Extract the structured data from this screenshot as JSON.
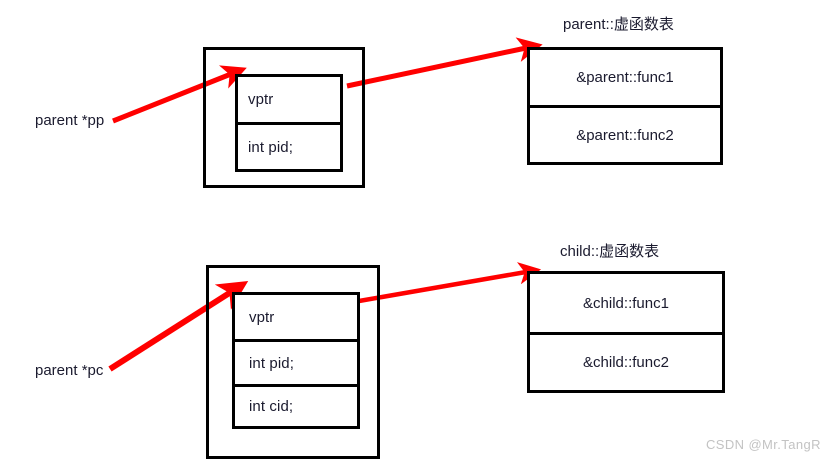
{
  "diagram": {
    "title": "C++ virtual function table (vtable) layout for parent and child objects",
    "accent_color": "#ff0000",
    "line_color": "#000000",
    "text_color": "#1a1a2e",
    "background": "#ffffff"
  },
  "parent_section": {
    "pointer_label": "parent *pp",
    "object_fields": [
      {
        "text": "vptr"
      },
      {
        "text": "int pid;"
      }
    ],
    "vtable_title": "parent::虚函数表",
    "vtable_entries": [
      {
        "text": "&parent::func1"
      },
      {
        "text": "&parent::func2"
      }
    ]
  },
  "child_section": {
    "pointer_label": "parent *pc",
    "object_fields": [
      {
        "text": "vptr"
      },
      {
        "text": " int pid;"
      },
      {
        "text": "int cid;"
      }
    ],
    "vtable_title": "child::虚函数表",
    "vtable_entries": [
      {
        "text": "&child::func1"
      },
      {
        "text": "&child::func2"
      }
    ]
  },
  "watermark": {
    "text": "CSDN @Mr.TangR"
  }
}
